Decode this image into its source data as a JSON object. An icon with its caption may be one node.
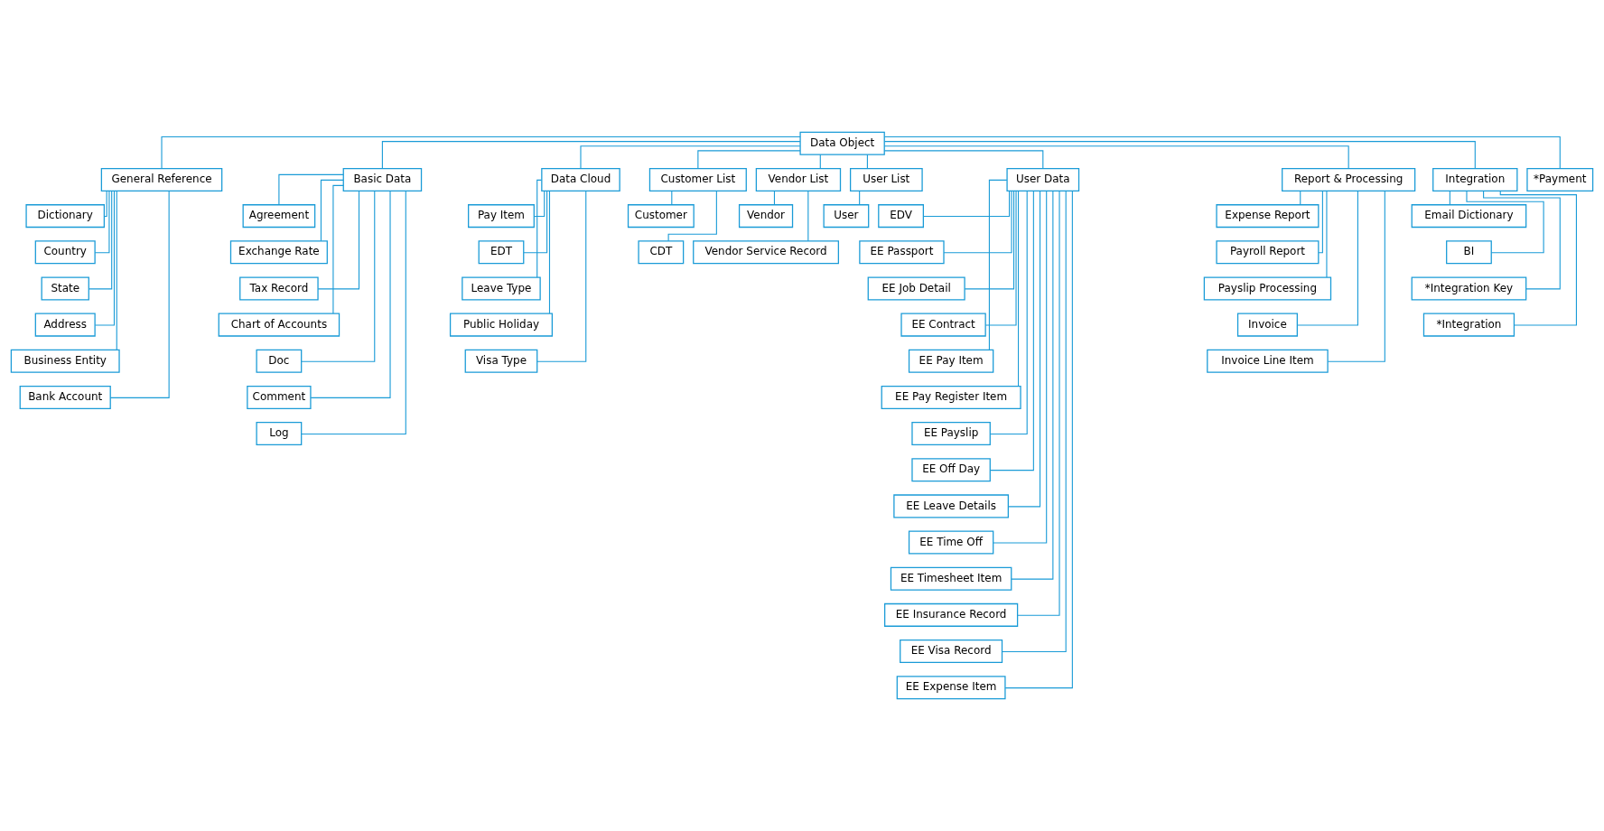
{
  "diagram": {
    "nodes": [
      {
        "text": [
          "Data Object"
        ]
      },
      {
        "text": [
          "General Reference"
        ]
      },
      {
        "text": [
          "Basic Data"
        ]
      },
      {
        "text": [
          "Data Cloud"
        ]
      },
      {
        "text": [
          "Customer List"
        ]
      },
      {
        "text": [
          "Vendor List"
        ]
      },
      {
        "text": [
          "User List"
        ]
      },
      {
        "text": [
          "User Data"
        ]
      },
      {
        "text": [
          "Report & Processing"
        ]
      },
      {
        "text": [
          "Integration"
        ]
      },
      {
        "text": [
          "*Payment"
        ]
      },
      {
        "text": [
          "Dictionary"
        ]
      },
      {
        "text": [
          "Country"
        ]
      },
      {
        "text": [
          "State"
        ]
      },
      {
        "text": [
          "Address"
        ]
      },
      {
        "text": [
          "Business Entity"
        ]
      },
      {
        "text": [
          "Bank Account"
        ]
      },
      {
        "text": [
          "Agreement"
        ]
      },
      {
        "text": [
          "Exchange Rate"
        ]
      },
      {
        "text": [
          "Tax Record"
        ]
      },
      {
        "text": [
          "Chart of Accounts"
        ]
      },
      {
        "text": [
          "Doc"
        ]
      },
      {
        "text": [
          "Comment"
        ]
      },
      {
        "text": [
          "Log"
        ]
      },
      {
        "text": [
          "Pay Item"
        ]
      },
      {
        "text": [
          "EDT"
        ]
      },
      {
        "text": [
          "Leave Type"
        ]
      },
      {
        "text": [
          "Public Holiday"
        ]
      },
      {
        "text": [
          "Visa Type"
        ]
      },
      {
        "text": [
          "Customer"
        ]
      },
      {
        "text": [
          "CDT"
        ]
      },
      {
        "text": [
          "Vendor"
        ]
      },
      {
        "text": [
          "Vendor Service Record"
        ]
      },
      {
        "text": [
          "User"
        ]
      },
      {
        "text": [
          "EDV"
        ]
      },
      {
        "text": [
          "EE Passport"
        ]
      },
      {
        "text": [
          "EE Job Detail"
        ]
      },
      {
        "text": [
          "EE Contract"
        ]
      },
      {
        "text": [
          "EE Pay Item"
        ]
      },
      {
        "text": [
          "EE Pay Register Item"
        ]
      },
      {
        "text": [
          "EE Payslip"
        ]
      },
      {
        "text": [
          "EE Off Day"
        ]
      },
      {
        "text": [
          "EE Leave Details"
        ]
      },
      {
        "text": [
          "EE Time Off"
        ]
      },
      {
        "text": [
          "EE Timesheet Item"
        ]
      },
      {
        "text": [
          "EE Insurance Record"
        ]
      },
      {
        "text": [
          "EE Visa Record"
        ]
      },
      {
        "text": [
          "EE Expense Item"
        ]
      },
      {
        "text": [
          "Expense Report"
        ]
      },
      {
        "text": [
          "Payroll Report"
        ]
      },
      {
        "text": [
          "Payslip Processing"
        ]
      },
      {
        "text": [
          "Invoice"
        ]
      },
      {
        "text": [
          "Invoice Line Item"
        ]
      },
      {
        "text": [
          "Email Dictionary"
        ]
      },
      {
        "text": [
          "BI"
        ]
      },
      {
        "text": [
          "*Integration Key"
        ]
      },
      {
        "text": [
          "*Integration"
        ]
      }
    ],
    "edges": [
      {
        "from": 0,
        "to": 1,
        "arrow": "none"
      },
      {
        "from": 0,
        "to": 2,
        "arrow": "none"
      },
      {
        "from": 0,
        "to": 3,
        "arrow": "none"
      },
      {
        "from": 0,
        "to": 4,
        "arrow": "none"
      },
      {
        "from": 0,
        "to": 5,
        "arrow": "none"
      },
      {
        "from": 0,
        "to": 6,
        "arrow": "none"
      },
      {
        "from": 0,
        "to": 7,
        "arrow": "none"
      },
      {
        "from": 0,
        "to": 8,
        "arrow": "none"
      },
      {
        "from": 0,
        "to": 9,
        "arrow": "none"
      },
      {
        "from": 0,
        "to": 10,
        "arrow": "none"
      },
      {
        "from": 1,
        "to": 11,
        "arrow": "none"
      },
      {
        "from": 1,
        "to": 12,
        "arrow": "none"
      },
      {
        "from": 1,
        "to": 13,
        "arrow": "none"
      },
      {
        "from": 1,
        "to": 14,
        "arrow": "none"
      },
      {
        "from": 1,
        "to": 15,
        "arrow": "none"
      },
      {
        "from": 1,
        "to": 16,
        "arrow": "none"
      },
      {
        "from": 2,
        "to": 17,
        "arrow": "none"
      },
      {
        "from": 2,
        "to": 18,
        "arrow": "none"
      },
      {
        "from": 2,
        "to": 19,
        "arrow": "none"
      },
      {
        "from": 2,
        "to": 20,
        "arrow": "none"
      },
      {
        "from": 2,
        "to": 21,
        "arrow": "none"
      },
      {
        "from": 2,
        "to": 22,
        "arrow": "none"
      },
      {
        "from": 2,
        "to": 23,
        "arrow": "none"
      },
      {
        "from": 3,
        "to": 24,
        "arrow": "none"
      },
      {
        "from": 3,
        "to": 25,
        "arrow": "none"
      },
      {
        "from": 3,
        "to": 26,
        "arrow": "none"
      },
      {
        "from": 3,
        "to": 27,
        "arrow": "none"
      },
      {
        "from": 3,
        "to": 28,
        "arrow": "none"
      },
      {
        "from": 4,
        "to": 29,
        "arrow": "none"
      },
      {
        "from": 4,
        "to": 30,
        "arrow": "none"
      },
      {
        "from": 5,
        "to": 31,
        "arrow": "none"
      },
      {
        "from": 5,
        "to": 32,
        "arrow": "none"
      },
      {
        "from": 6,
        "to": 33,
        "arrow": "none"
      },
      {
        "from": 7,
        "to": 34,
        "arrow": "none"
      },
      {
        "from": 7,
        "to": 35,
        "arrow": "none"
      },
      {
        "from": 7,
        "to": 36,
        "arrow": "none"
      },
      {
        "from": 7,
        "to": 37,
        "arrow": "none"
      },
      {
        "from": 7,
        "to": 38,
        "arrow": "none"
      },
      {
        "from": 7,
        "to": 39,
        "arrow": "none"
      },
      {
        "from": 7,
        "to": 40,
        "arrow": "none"
      },
      {
        "from": 7,
        "to": 41,
        "arrow": "none"
      },
      {
        "from": 7,
        "to": 42,
        "arrow": "none"
      },
      {
        "from": 7,
        "to": 43,
        "arrow": "none"
      },
      {
        "from": 7,
        "to": 44,
        "arrow": "none"
      },
      {
        "from": 7,
        "to": 45,
        "arrow": "none"
      },
      {
        "from": 7,
        "to": 46,
        "arrow": "none"
      },
      {
        "from": 7,
        "to": 47,
        "arrow": "none"
      },
      {
        "from": 8,
        "to": 48,
        "arrow": "none"
      },
      {
        "from": 8,
        "to": 49,
        "arrow": "none"
      },
      {
        "from": 8,
        "to": 50,
        "arrow": "none"
      },
      {
        "from": 8,
        "to": 51,
        "arrow": "none"
      },
      {
        "from": 8,
        "to": 52,
        "arrow": "none"
      },
      {
        "from": 9,
        "to": 53,
        "arrow": "none"
      },
      {
        "from": 9,
        "to": 54,
        "arrow": "none"
      },
      {
        "from": 9,
        "to": 55,
        "arrow": "none"
      },
      {
        "from": 9,
        "to": 56,
        "arrow": "none"
      }
    ]
  }
}
